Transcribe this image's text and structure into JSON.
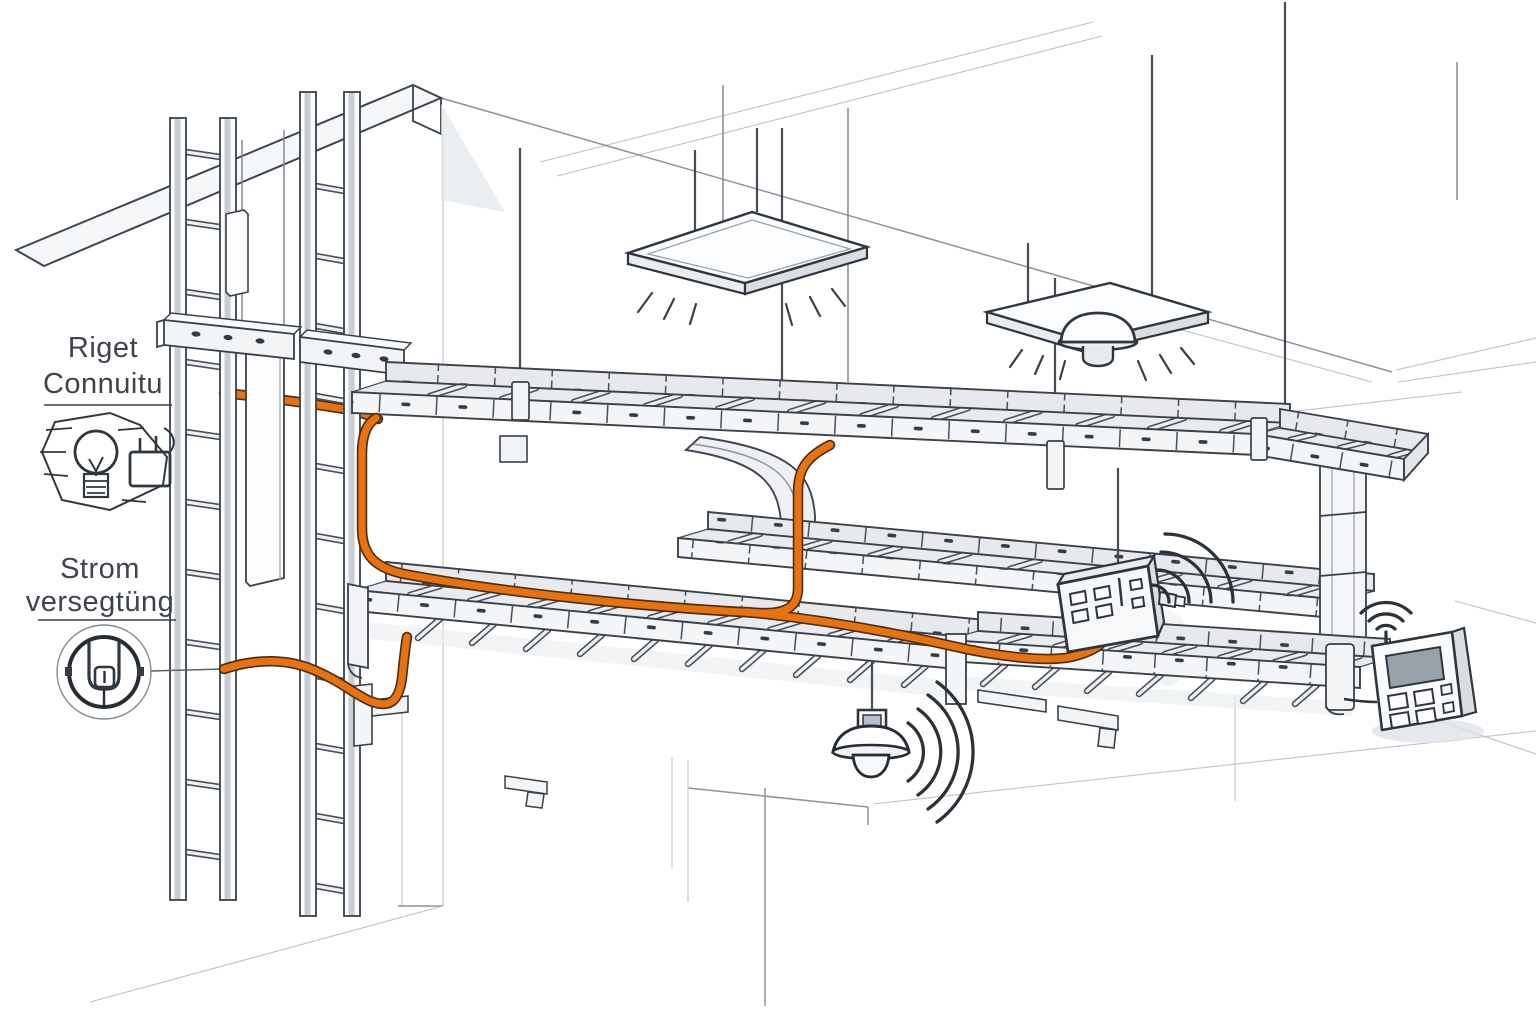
{
  "labels": {
    "conduit": {
      "line1": "Riget",
      "line2": "Connuitu"
    },
    "power": {
      "line1": "Strom",
      "line2": "versegtüng"
    }
  },
  "icons": {
    "conduit_icon": "lightbulb-plug-icon",
    "power_icon": "power-outlet-icon",
    "junction_wireless": "wireless-waves-icon",
    "lamp_wireless": "wireless-waves-icon",
    "panel_wifi": "wifi-signal-icon",
    "sensor": "motion-sensor-dome-icon"
  },
  "colors": {
    "background": "#FFFFFF",
    "cable_orange": "#E8720F",
    "cable_edge": "#4B3016",
    "ink": "#353C45",
    "metal_light": "#F3F5F7",
    "metal_shade": "#E0E4E9",
    "screen_gray": "#99A1AB"
  }
}
